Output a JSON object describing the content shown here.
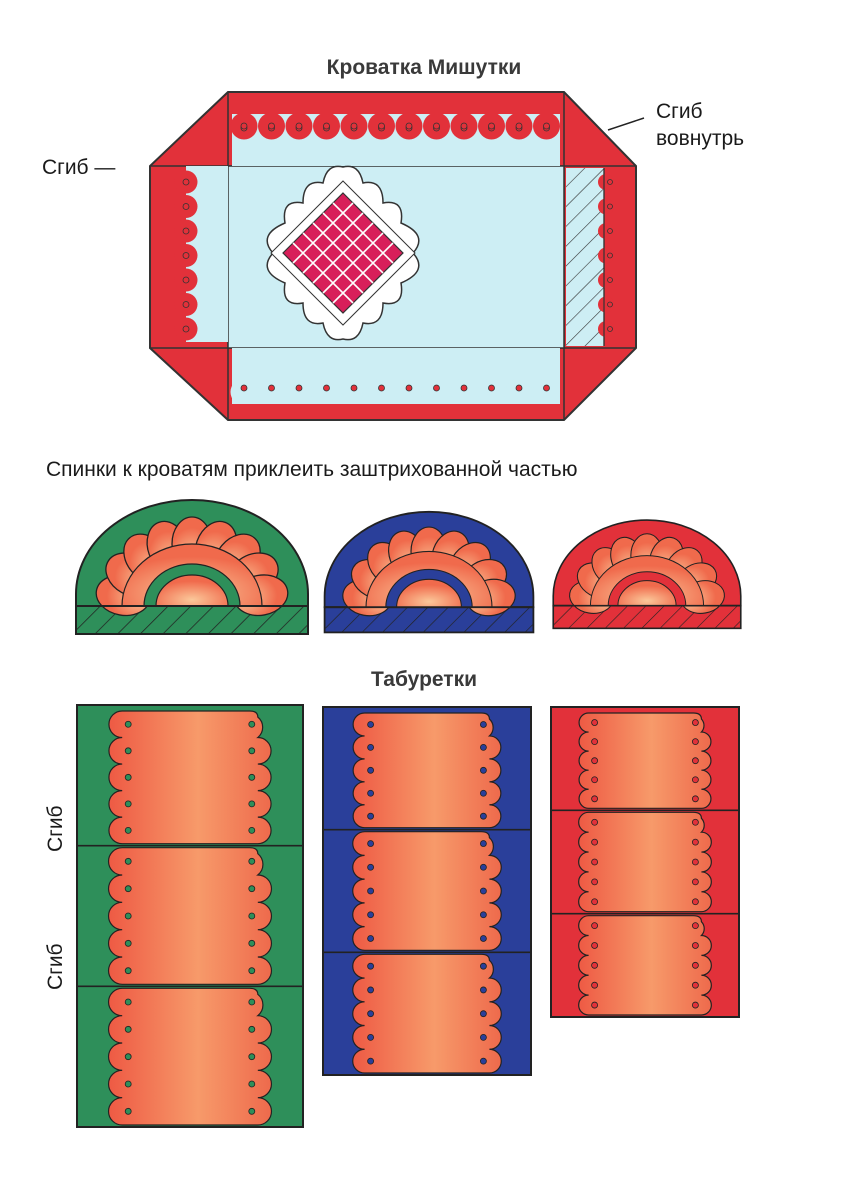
{
  "bed": {
    "title": "Кроватка Мишутки",
    "fold_label": "Сгиб",
    "fold_inward_line1": "Сгиб",
    "fold_inward_line2": "вовнутрь"
  },
  "headboards": {
    "caption": "Спинки  к кроватям приклеить заштрихованной частью"
  },
  "stools": {
    "title": "Табуретки",
    "fold_label_1": "Сгиб",
    "fold_label_2": "Сгиб"
  },
  "colors": {
    "bed_red": "#e2313a",
    "sheet_blue": "#cdeef4",
    "quilt_pink": "#d81f5a",
    "green": "#2e8f5a",
    "blue": "#2a3f9a",
    "red": "#e2313a",
    "salmon": "#f06a4c",
    "orange_light": "#f8a070"
  }
}
